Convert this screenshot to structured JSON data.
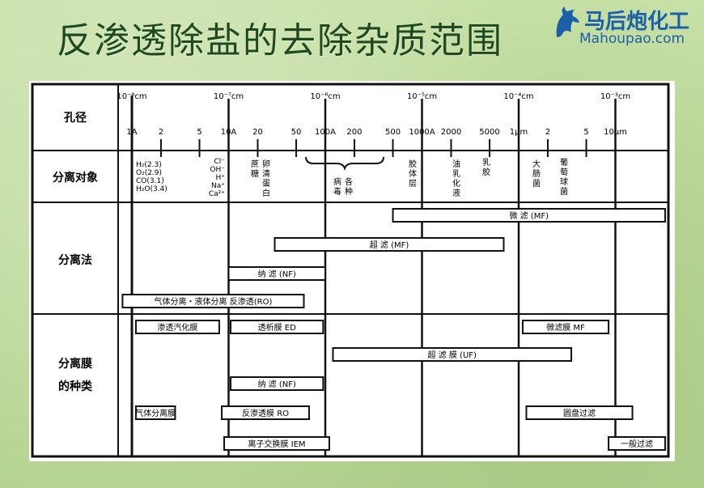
{
  "title": "反渗透除盐的去除杂质范围",
  "logo": {
    "cn": "马后炮化工",
    "en": "Mahoupao.com",
    "icon": "horse-icon"
  },
  "rows": {
    "pore": "孔径",
    "objects": "分离对象",
    "methods": "分离法",
    "membranes_line1": "分离膜",
    "membranes_line2": "的种类"
  },
  "scale_top": [
    {
      "label": "10⁻⁸cm"
    },
    {
      "label": "10⁻⁷cm"
    },
    {
      "label": "10⁻⁶cm"
    },
    {
      "label": "10⁻⁵cm"
    },
    {
      "label": "10⁻⁴cm"
    },
    {
      "label": "10⁻³cm"
    }
  ],
  "scale_bottom": [
    "1A",
    "2",
    "5",
    "10A",
    "20",
    "50",
    "100A",
    "200",
    "500",
    "1000A",
    "2000",
    "5000",
    "1μm",
    "2",
    "5",
    "10μm"
  ],
  "objects": {
    "gases": [
      "H₂(2.3)",
      "O₂(2.9)",
      "CO(3.1)",
      "H₂O(3.4)"
    ],
    "ions": [
      "Cl⁻",
      "OH⁻",
      "H⁺",
      "Na⁺",
      "Ca²⁺"
    ],
    "sugar": [
      "蔗",
      "糖"
    ],
    "protein": [
      "卵",
      "清",
      "蛋",
      "白"
    ],
    "virus": [
      "病",
      "毒"
    ],
    "species": [
      "各",
      "种"
    ],
    "colloid": [
      "胶",
      "体",
      "层"
    ],
    "emulsion": [
      "油",
      "乳",
      "化",
      "液"
    ],
    "latex": [
      "乳",
      "胶"
    ],
    "bacteria": [
      "大",
      "肠",
      "菌"
    ],
    "coccus": [
      "葡",
      "萄",
      "球",
      "菌"
    ]
  },
  "methods": [
    {
      "label": "微    滤    (MF)",
      "from": 500,
      "to": 10000000
    },
    {
      "label": "超    滤    (MF)",
      "from": 30,
      "to": 7000
    },
    {
      "label": "纳   滤  (NF)",
      "from": 10,
      "to": 100
    },
    {
      "label": "气体分离・液体分离  反渗透(RO)",
      "from": 0.8,
      "to": 60
    }
  ],
  "membranes": [
    {
      "label": "渗透汽化膜",
      "from": 1.1,
      "to": 8
    },
    {
      "label": "透析膜    ED",
      "from": 10.5,
      "to": 95
    },
    {
      "label": "微滤膜    MF",
      "from": 11000,
      "to": 85000
    },
    {
      "label": "超    滤    膜        (UF)",
      "from": 120,
      "to": 35000
    },
    {
      "label": "纳    滤    (NF)",
      "from": 10.5,
      "to": 95
    },
    {
      "label": "气体分离膜",
      "from": 1.1,
      "to": 2.8
    },
    {
      "label": "反渗透膜    RO",
      "from": 8.5,
      "to": 68
    },
    {
      "label": "圆盘过滤",
      "from": 12000,
      "to": 150000
    },
    {
      "label": "离子交换膜    IEM",
      "from": 9,
      "to": 110
    },
    {
      "label": "一般过滤",
      "from": 85000,
      "to": 1200000
    }
  ]
}
